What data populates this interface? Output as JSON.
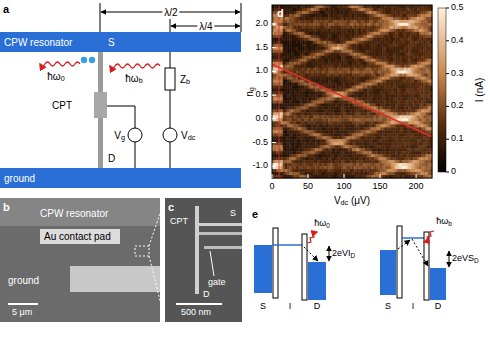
{
  "diagram": {
    "nodes": [
      {
        "text": [
          "CPW resonator"
        ]
      },
      {
        "text": [
          "ground"
        ]
      },
      {
        "text": [
          "Au contact pad"
        ]
      }
    ],
    "labels": [
      "a",
      "λ/2",
      "λ/4",
      "S",
      "ħω0",
      "ħωb",
      "Zb",
      "CPT",
      "Vg",
      "Vdc",
      "D",
      "b",
      "CPW resonator",
      "ground",
      "5 μm",
      "c",
      "CPT",
      "S",
      "gate",
      "D",
      "500 nm",
      "d",
      "2.0",
      "1.5",
      "1.0",
      "0.5",
      "0.0",
      "-0.5",
      "-1.0",
      "ng",
      "0",
      "50",
      "100",
      "150",
      "200",
      "Vdc (μV)",
      "0.5",
      "0.4",
      "0.3",
      "0.2",
      "0.1",
      "0",
      "I (nA)",
      "e",
      "S",
      "I",
      "D",
      "ħω0",
      "2eVID",
      "S",
      "I",
      "D",
      "ħωb",
      "2eVSD"
    ]
  }
}
